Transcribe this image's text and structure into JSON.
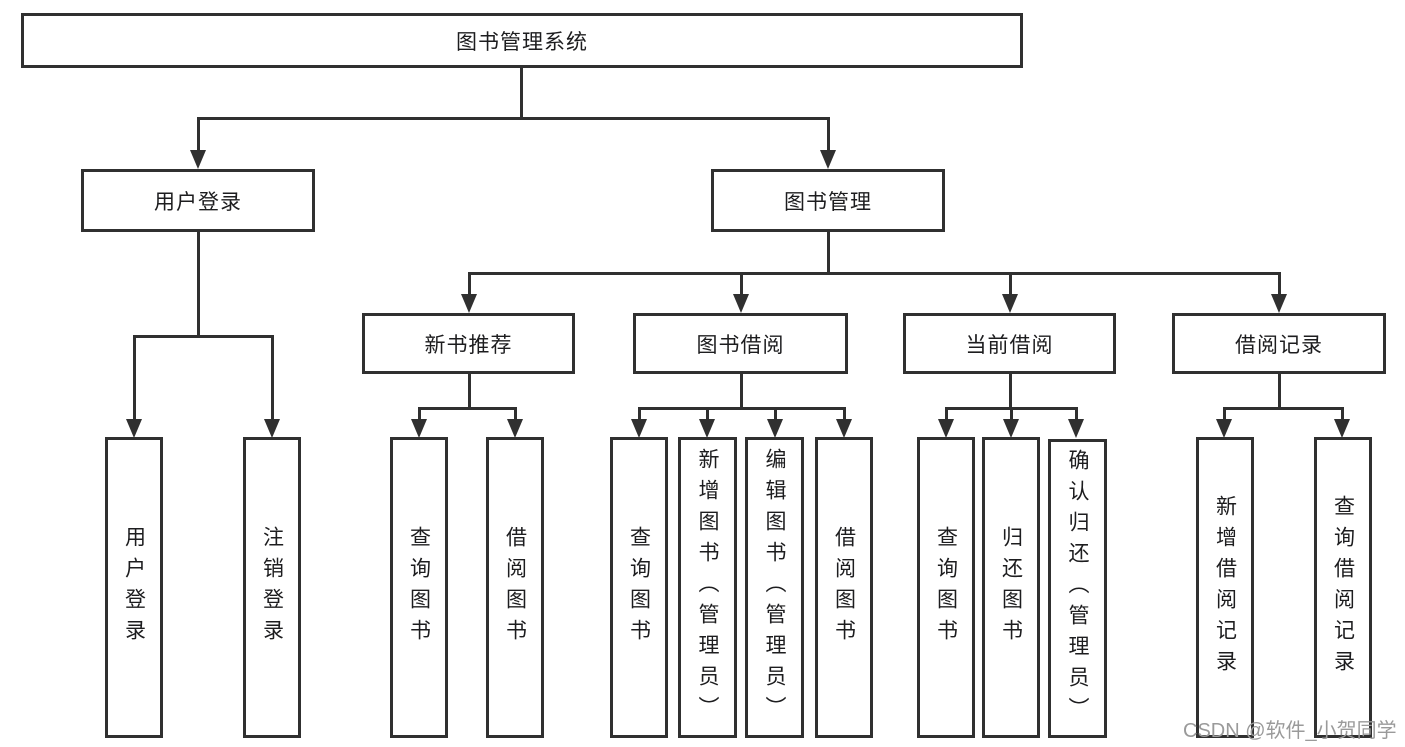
{
  "diagram_title": "图书管理系统",
  "tree": {
    "label": "图书管理系统",
    "children": [
      {
        "label": "用户登录",
        "children": [
          {
            "label": "用户登录"
          },
          {
            "label": "注销登录"
          }
        ]
      },
      {
        "label": "图书管理",
        "children": [
          {
            "label": "新书推荐",
            "children": [
              {
                "label": "查询图书"
              },
              {
                "label": "借阅图书"
              }
            ]
          },
          {
            "label": "图书借阅",
            "children": [
              {
                "label": "查询图书"
              },
              {
                "label": "新增图书（管理员）"
              },
              {
                "label": "编辑图书（管理员）"
              },
              {
                "label": "借阅图书"
              }
            ]
          },
          {
            "label": "当前借阅",
            "children": [
              {
                "label": "查询图书"
              },
              {
                "label": "归还图书"
              },
              {
                "label": "确认归还（管理员）"
              }
            ]
          },
          {
            "label": "借阅记录",
            "children": [
              {
                "label": "新增借阅记录"
              },
              {
                "label": "查询借阅记录"
              }
            ]
          }
        ]
      }
    ]
  },
  "watermark": {
    "text": "CSDN @软件_小贺同学"
  },
  "colors": {
    "line": "#303030",
    "text": "#1d1d1f",
    "watermark": "#9a9a9a",
    "background": "#ffffff"
  }
}
